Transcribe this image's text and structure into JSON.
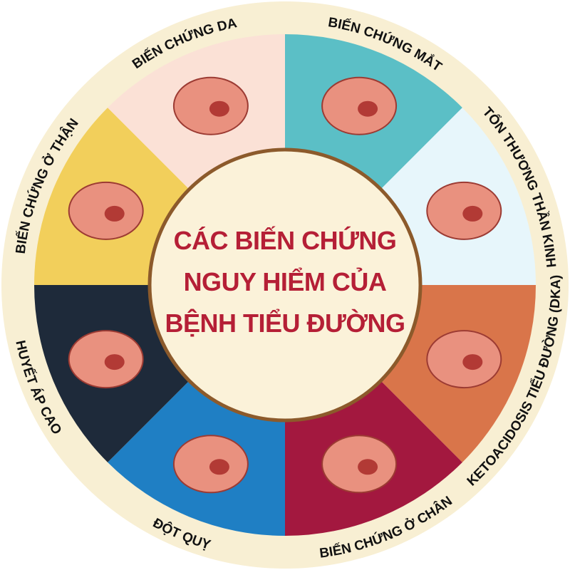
{
  "title": {
    "lines": [
      "CÁC BIẾN CHỨNG",
      "NGUY HIỂM CỦA",
      "BỆNH TIỂU ĐƯỜNG"
    ],
    "color": "#b51f36"
  },
  "colors": {
    "outer_ring": "#f8efd3",
    "center_fill": "#fbf2d9",
    "center_border": "#8c5a2b"
  },
  "segments": [
    {
      "label": "BIẾN CHỨNG MẮT",
      "color": "#5bbfc6",
      "icon": "eye-icon",
      "dir": "cw"
    },
    {
      "label": "TỔN THƯƠNG THẦN KINH",
      "color": "#e7f6fb",
      "icon": "neuron-icon",
      "dir": "cw"
    },
    {
      "label": "KETOACIDOSIS TIỂU ĐƯỜNG (DKA)",
      "color": "#d9754a",
      "icon": "blood-vessel-icon",
      "dir": "ccw"
    },
    {
      "label": "BIẾN CHỨNG Ở CHÂN",
      "color": "#a3183f",
      "icon": "foot-icon",
      "dir": "ccw"
    },
    {
      "label": "ĐỘT QUỴ",
      "color": "#1f7fc4",
      "icon": "brain-icon",
      "dir": "ccw"
    },
    {
      "label": "HUYẾT ÁP CAO",
      "color": "#1e2a3a",
      "icon": "heart-icon",
      "dir": "ccw"
    },
    {
      "label": "BIẾN CHỨNG Ở THẬN",
      "color": "#f2cf5b",
      "icon": "kidney-icon",
      "dir": "cw"
    },
    {
      "label": "BIẾN CHỨNG DA",
      "color": "#fbe1d6",
      "icon": "skin-icon",
      "dir": "cw"
    }
  ]
}
